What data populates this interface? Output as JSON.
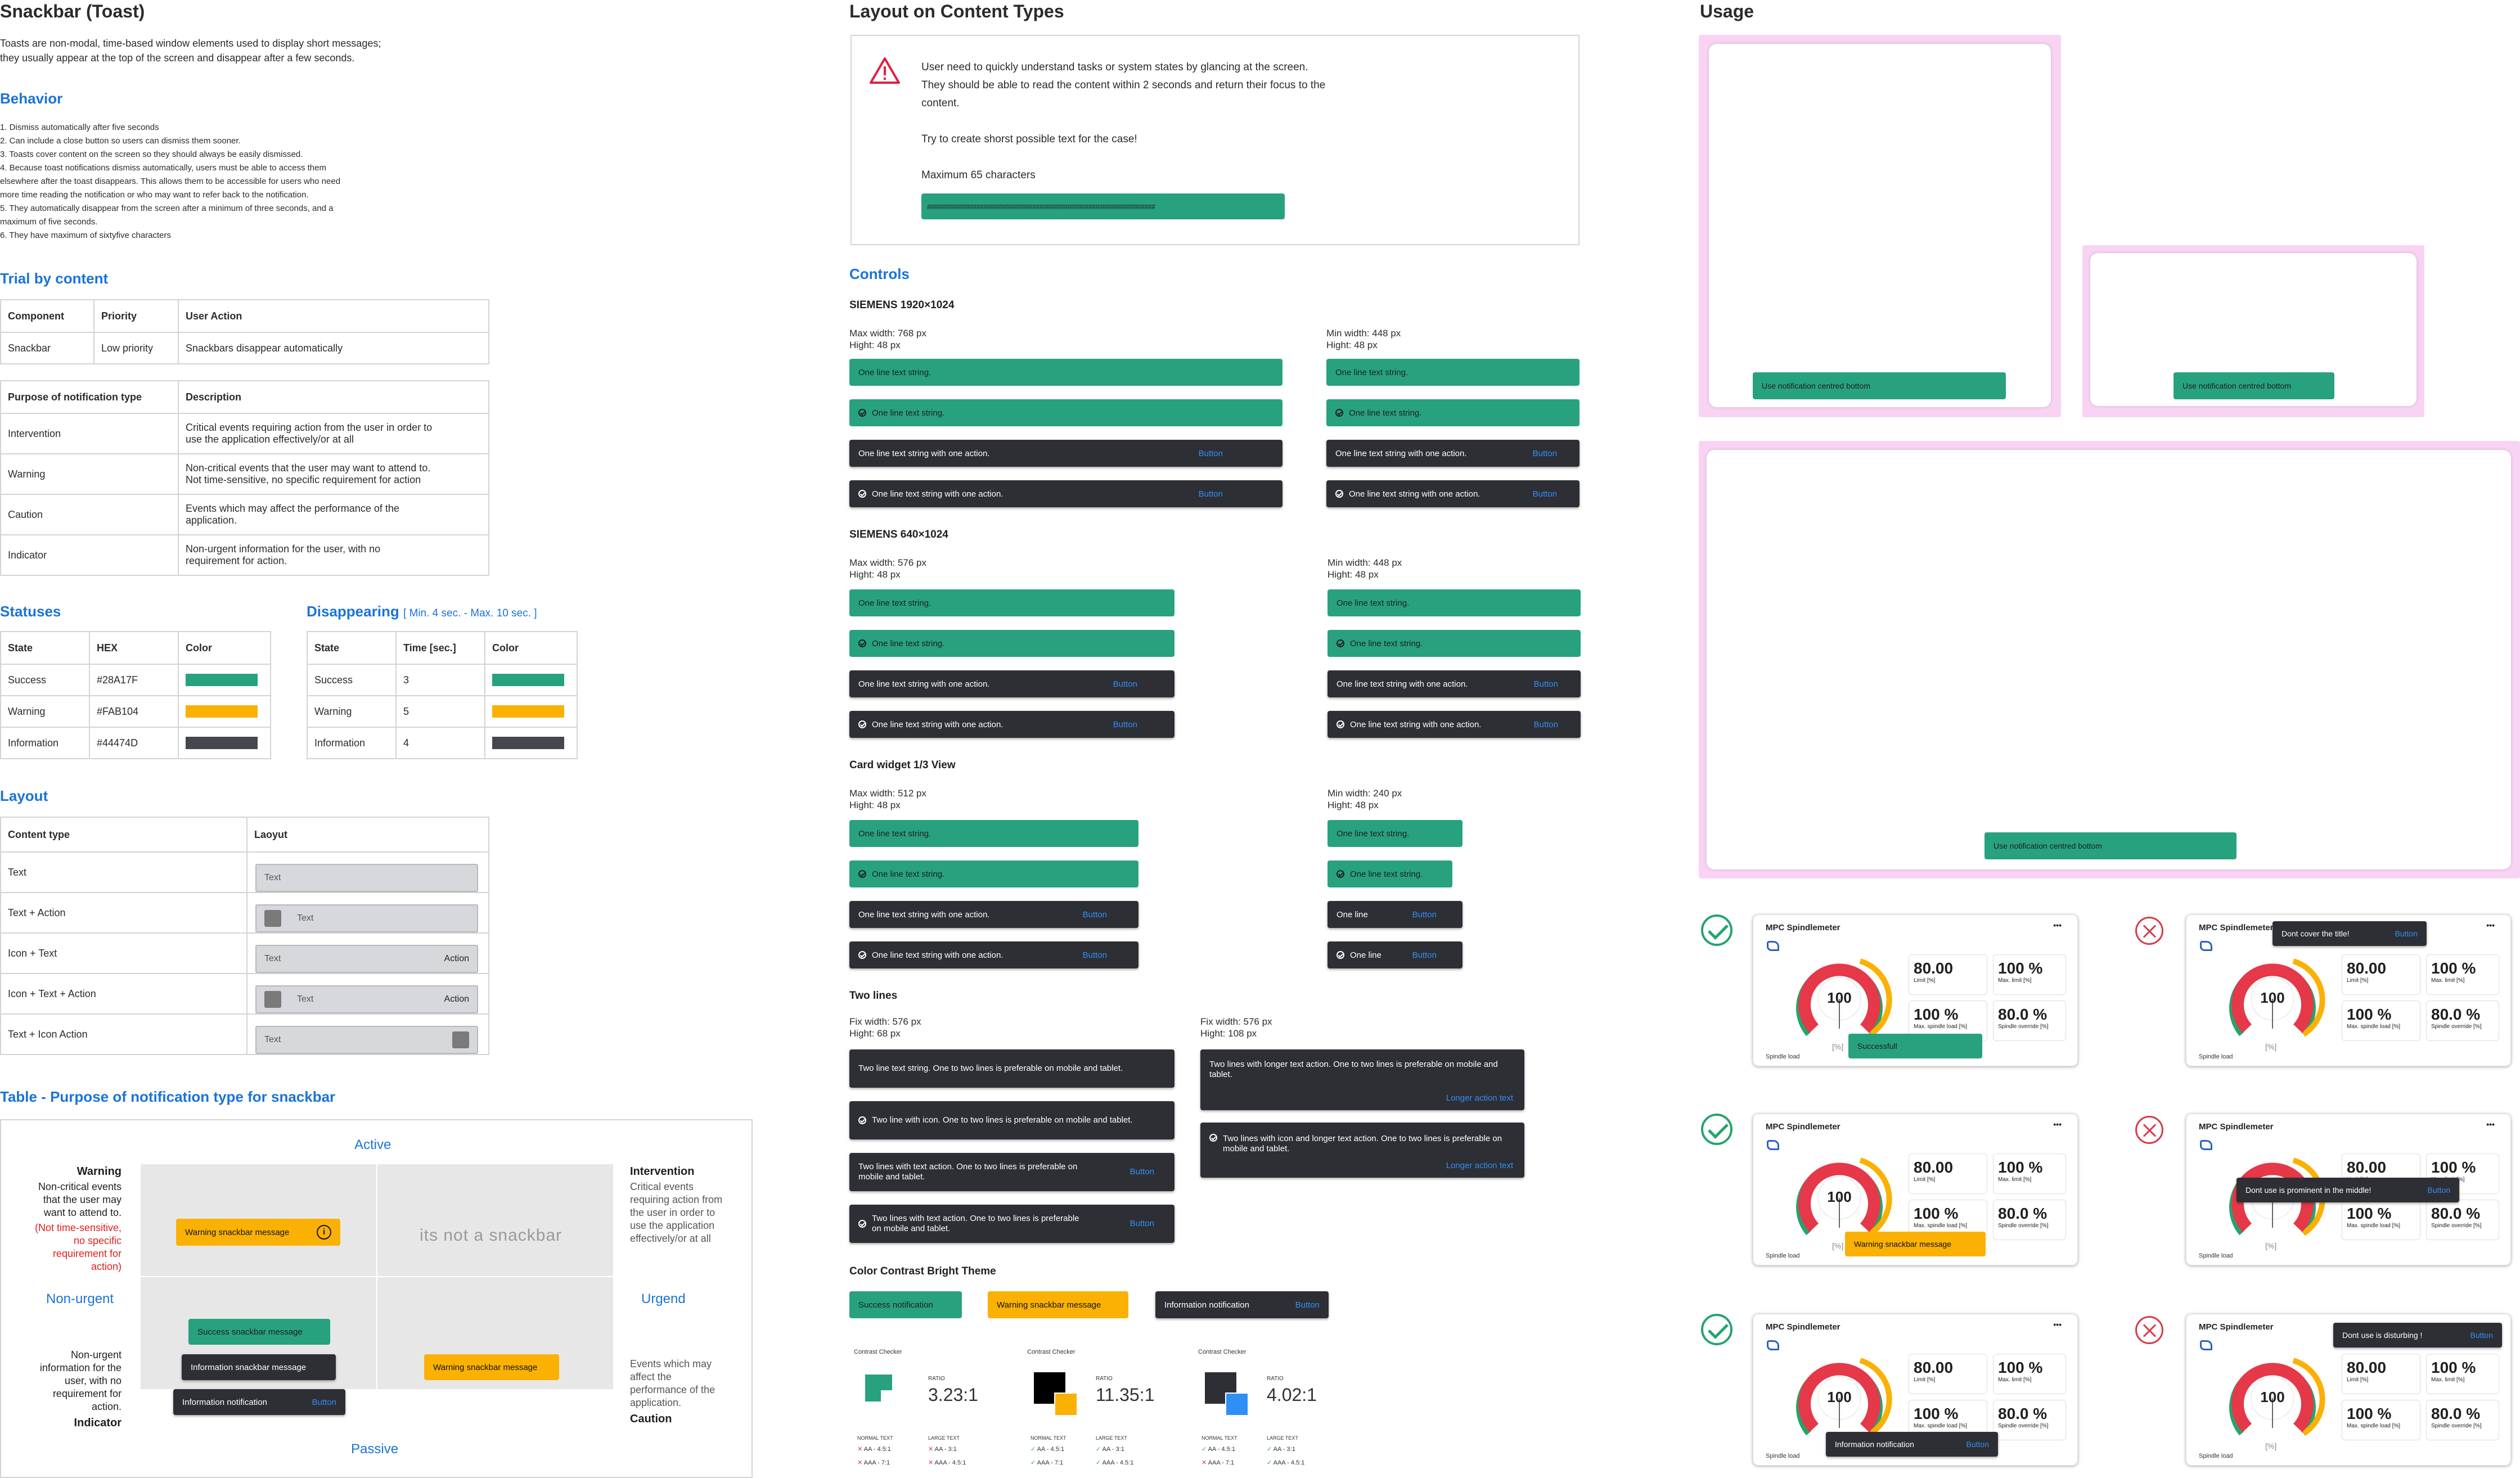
{
  "left": {
    "title": "Snackbar (Toast)",
    "intro": [
      "Toasts are non-modal, time-based window elements used to display short messages;",
      "they usually appear at the top of the screen and disappear after a few seconds."
    ],
    "behavior_title": "Behavior",
    "behavior": [
      "1. Dismiss automatically after five seconds",
      "2. Can include a close button so users can dismiss them sooner.",
      "3. Toasts cover content on the screen so they should always be easily dismissed.",
      "4. Because toast notifications dismiss automatically, users must be able to access them",
      "elsewhere after the toast disappears. This allows them to be accessible for users who need",
      "more time reading the notification or who may want to refer back to the notification.",
      "5. They automatically disappear from the screen after a minimum of three seconds, and a",
      "maximum of five seconds.",
      "6. They have maximum of sixtyfive characters"
    ],
    "trial_title": "Trial by content",
    "trial_headers": [
      "Component",
      "Priority",
      "User Action"
    ],
    "trial_row": [
      "Snackbar",
      "Low priority",
      "Snackbars disappear automatically"
    ],
    "purpose_headers": [
      "Purpose of notification type",
      "Description"
    ],
    "purpose_rows": [
      [
        "Intervention",
        "Critical events requiring action from the user in order to",
        "use the application effectively/or at all"
      ],
      [
        "Warning",
        "Non-critical events that the user may want to attend to.",
        "Not time-sensitive, no specific requirement for action"
      ],
      [
        "Caution",
        "Events which may affect the performance of the",
        "application."
      ],
      [
        "Indicator",
        "Non-urgent information for the user, with no",
        "requirement for action."
      ]
    ],
    "statuses_title": "Statuses",
    "status_headers": [
      "State",
      "HEX",
      "Color"
    ],
    "status_rows": [
      [
        "Success",
        "#28A17F",
        "#28a17f"
      ],
      [
        "Warning",
        "#FAB104",
        "#fab104"
      ],
      [
        "Information",
        "#44474D",
        "#44474d"
      ]
    ],
    "disappear_title": "Disappearing",
    "disappear_note": "[ Min. 4 sec. - Max. 10 sec. ]",
    "disappear_headers": [
      "State",
      "Time [sec.]",
      "Color"
    ],
    "disappear_rows": [
      [
        "Success",
        "3",
        "#28a17f"
      ],
      [
        "Warning",
        "5",
        "#fab104"
      ],
      [
        "Information",
        "4",
        "#44474d"
      ]
    ],
    "layout_title": "Layout",
    "layout_headers": [
      "Content type",
      "Laoyut"
    ],
    "layout_rows": [
      [
        "Text",
        "Text",
        ""
      ],
      [
        "Text + Action",
        "Text",
        ""
      ],
      [
        "Icon + Text",
        "Text",
        "Action"
      ],
      [
        "Icon + Text + Action",
        "Text",
        "Action"
      ],
      [
        "Text + Icon Action",
        "Text",
        ""
      ]
    ],
    "matrix_title": "Table - Purpose of notification type for snackbar",
    "matrix": {
      "active": "Active",
      "passive": "Passive",
      "nonurgent": "Non-urgent",
      "urgent": "Urgend",
      "not_snackbar": "its not a snackbar",
      "warning_title": "Warning",
      "warning_desc": [
        "Non-critical events",
        "that the user may",
        "want to attend to."
      ],
      "warning_red": [
        "(Not time-sensitive,",
        "no specific",
        "requirement for",
        "action)"
      ],
      "intervention_title": "Intervention",
      "intervention_desc": [
        "Critical events",
        "requiring action from",
        "the user in order to",
        "use the application",
        "effectively/or at all"
      ],
      "indicator_title": "Indicator",
      "indicator_desc": [
        "Non-urgent",
        "information for the",
        "user, with no",
        "requirement for",
        "action."
      ],
      "caution_title": "Caution",
      "caution_desc": [
        "Events which may",
        "affect the",
        "performance of the",
        "application."
      ],
      "warning_msg": "Warning snackbar message",
      "success_msg": "Success snackbar message",
      "info_msg": "Information snackbar message",
      "info_notif": "Information notification",
      "button": "Button"
    }
  },
  "middle": {
    "layout_title": "Layout on Content Types",
    "notice": [
      "User need to quickly understand tasks or system states by glancing at the screen.",
      "They should be able to read the content within 2 seconds and return their focus to the",
      "content.",
      "",
      "Try to create shorst possible text for the case!",
      "",
      "Maximum 65 characters"
    ],
    "max_chars": "#################################################################",
    "controls_title": "Controls",
    "siemens1": "SIEMENS 1920×1024",
    "s1_left": [
      "Max width: 768 px",
      "Hight: 48 px"
    ],
    "s1_right": [
      "Min width: 448 px",
      "Hight: 48 px"
    ],
    "siemens2": "SIEMENS 640×1024",
    "s2_left": [
      "Max width: 576 px",
      "Hight: 48 px"
    ],
    "s2_right": [
      "Min width: 448 px",
      "Hight: 48 px"
    ],
    "card_title": "Card widget 1/3 View",
    "c_left": [
      "Max width: 512 px",
      "Hight: 48 px"
    ],
    "c_right": [
      "Min width: 240 px",
      "Hight: 48 px"
    ],
    "one_line": "One line text string.",
    "one_action": "One line text string with one action.",
    "button": "Button",
    "one_line_short": "One line",
    "two_title": "Two lines",
    "two_left": [
      "Fix width: 576 px",
      "Hight: 68 px"
    ],
    "two_right": [
      "Fix width: 576 px",
      "Hight: 108 px"
    ],
    "two_a": "Two line text string. One to two lines is preferable on mobile and tablet.",
    "two_b": "Two line with icon. One to two lines is preferable on mobile and tablet.",
    "two_c": "Two lines with text action. One to two lines is preferable on mobile and tablet.",
    "two_d": "Two lines with text action. One to two lines is preferable on mobile and tablet.",
    "two_e": "Two lines with longer text action. One to two lines is preferable on mobile and tablet.",
    "two_f": "Two lines with icon and longer text action. One to two lines is preferable on mobile and tablet.",
    "longer": "Longer action text",
    "contrast_title": "Color Contrast Bright Theme",
    "success_notif": "Success notification",
    "warning_msg": "Warning snackbar message",
    "info_notif": "Information notification",
    "checker": "Contrast Checker",
    "ratio": "RATIO",
    "ratios": [
      "3.23:1",
      "11.35:1",
      "4.02:1"
    ],
    "normal": "NORMAL TEXT",
    "large": "LARGE TEXT",
    "aa1": "AA - 4.5:1",
    "aaa1": "AAA - 7:1",
    "aa2": "AA - 3:1",
    "aaa2": "AAA - 4.5:1"
  },
  "right": {
    "title": "Usage",
    "use_centred": "Use notification centred bottom",
    "widget_title": "MPC Spindlemeter",
    "dots": "•••",
    "gauge": "100",
    "unit": "[%]",
    "spindle_load": "Spindle load",
    "v1": "80.00",
    "l1": "Limit [%]",
    "v2": "100 %",
    "l2": "Max. limit [%]",
    "v3": "100 %",
    "l3": "Max. spindle load [%]",
    "v4": "80.0 %",
    "l4": "Spindle override [%]",
    "ok1": "Successfull",
    "ok2": "Warning snackbar message",
    "ok3": "Information notification",
    "button": "Button",
    "bad1": "Dont cover the title!",
    "bad2": "Dont use is prominent in the middle!",
    "bad3": "Dont use is disturbing !"
  }
}
